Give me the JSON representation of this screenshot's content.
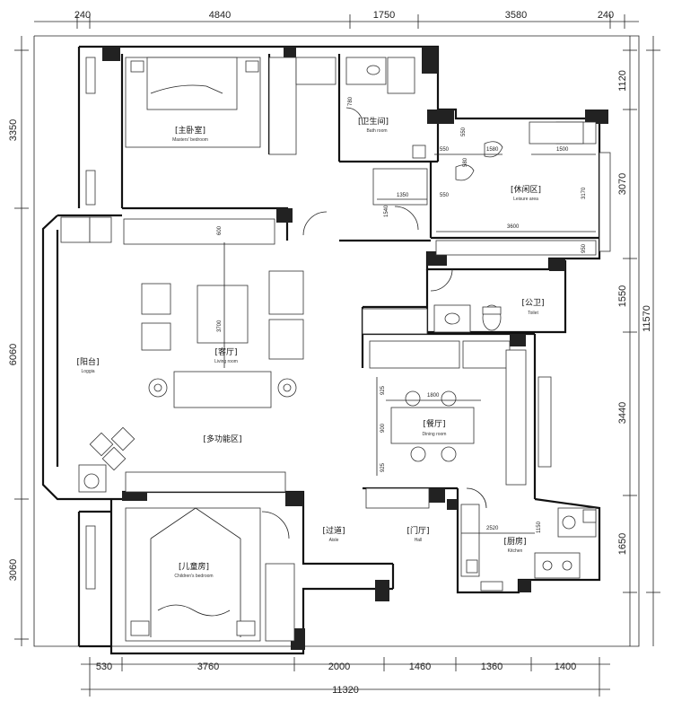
{
  "dimensions": {
    "top": [
      "240",
      "4840",
      "1750",
      "3580",
      "240"
    ],
    "bottom": [
      "530",
      "3760",
      "2000",
      "1460",
      "1360",
      "1400"
    ],
    "bottom_total": "11320",
    "left": [
      "3350",
      "6060",
      "3060"
    ],
    "right": [
      "1120",
      "3070",
      "1550",
      "3440",
      "1650"
    ],
    "right_total": "11570"
  },
  "rooms": {
    "master_bedroom": {
      "cn": "[主卧室]",
      "en": "Masters' bedroom"
    },
    "bath_room": {
      "cn": "[卫生间]",
      "en": "Bath room"
    },
    "leisure_area": {
      "cn": "[休闲区]",
      "en": "Leisure area"
    },
    "living_room": {
      "cn": "[客厅]",
      "en": "Living room"
    },
    "loggia": {
      "cn": "[阳台]",
      "en": "Loggia"
    },
    "toilet": {
      "cn": "[公卫]",
      "en": "Toilet"
    },
    "dining_room": {
      "cn": "[餐厅]",
      "en": "Dining room"
    },
    "multifunction": {
      "cn": "[多功能区]"
    },
    "aisle": {
      "cn": "[过道]",
      "en": "Aisle"
    },
    "hall": {
      "cn": "[门厅]",
      "en": "Hall"
    },
    "kitchen": {
      "cn": "[厨房]",
      "en": "Kitchen"
    },
    "childrens_bedroom": {
      "cn": "[儿童房]",
      "en": "Children's bedroom"
    }
  },
  "inner_dims": {
    "d780": "780",
    "d550a": "550",
    "d1580": "1580",
    "d550b": "550",
    "d580": "580",
    "d1500": "1500",
    "d1350": "1350",
    "d550c": "550",
    "d3170": "3170",
    "d3600": "3600",
    "d950": "950",
    "d1540": "1540",
    "d600": "600",
    "d3700": "3700",
    "d1800": "1800",
    "d925a": "925",
    "d900": "900",
    "d925b": "925",
    "d2520": "2520",
    "d1150": "1150"
  }
}
